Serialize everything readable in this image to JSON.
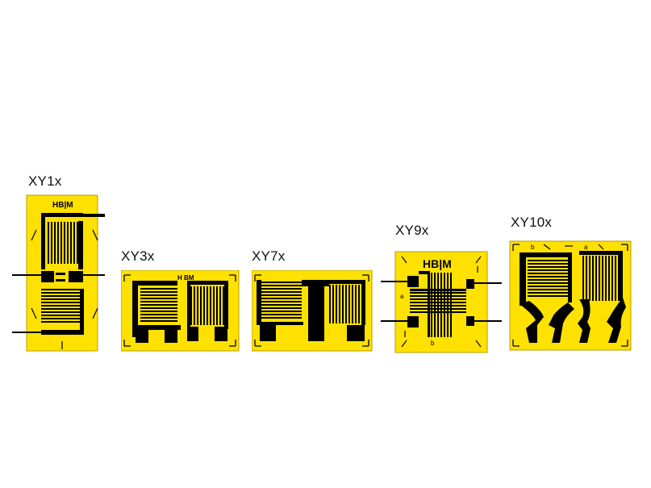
{
  "colors": {
    "substrate": "#ffe100",
    "substrate_edge": "#b89a00",
    "grid": "#000000"
  },
  "gauges": [
    {
      "label": "XY1x",
      "brand": "HB|M"
    },
    {
      "label": "XY3x",
      "brand": "H BM"
    },
    {
      "label": "XY7x"
    },
    {
      "label": "XY9x",
      "brand": "HB|M",
      "grid_a": "a",
      "grid_b": "b"
    },
    {
      "label": "XY10x",
      "grid_a": "a",
      "grid_b": "b"
    }
  ]
}
